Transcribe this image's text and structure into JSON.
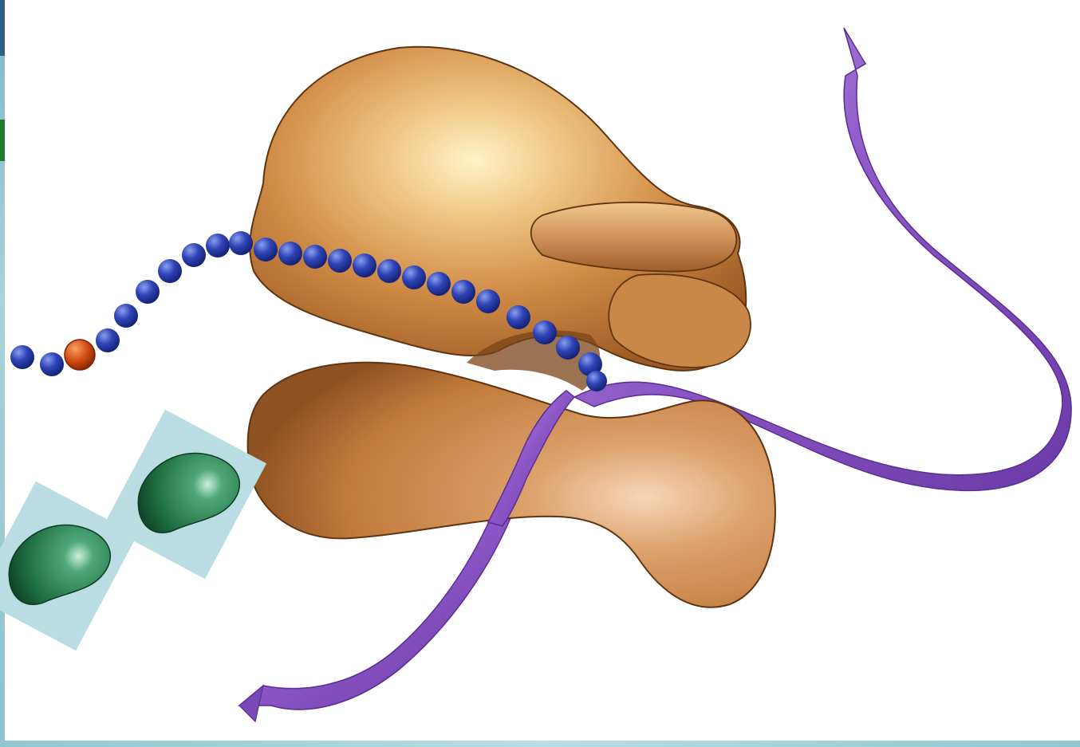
{
  "image": {
    "subject": "ribosome",
    "parts": {
      "large_subunit": "large-ribosome-subunit",
      "small_subunit": "small-ribosome-subunit",
      "mrna": "mrna-ribbon",
      "polypeptide": "polypeptide-chain",
      "start_residue": "first-amino-acid",
      "trna_shapes": [
        "trna-icon",
        "trna-icon"
      ]
    },
    "colors": {
      "background": "#ffffff",
      "frame": "#b9dde3",
      "ribosome": "#c9843f",
      "ribosome_highlight": "#fff1c4",
      "mrna": "#8a55c4",
      "polypeptide": "#2c3fae",
      "start_residue": "#d24a12",
      "trna": "#237a4c",
      "trna_tile": "#b9dde3"
    }
  }
}
